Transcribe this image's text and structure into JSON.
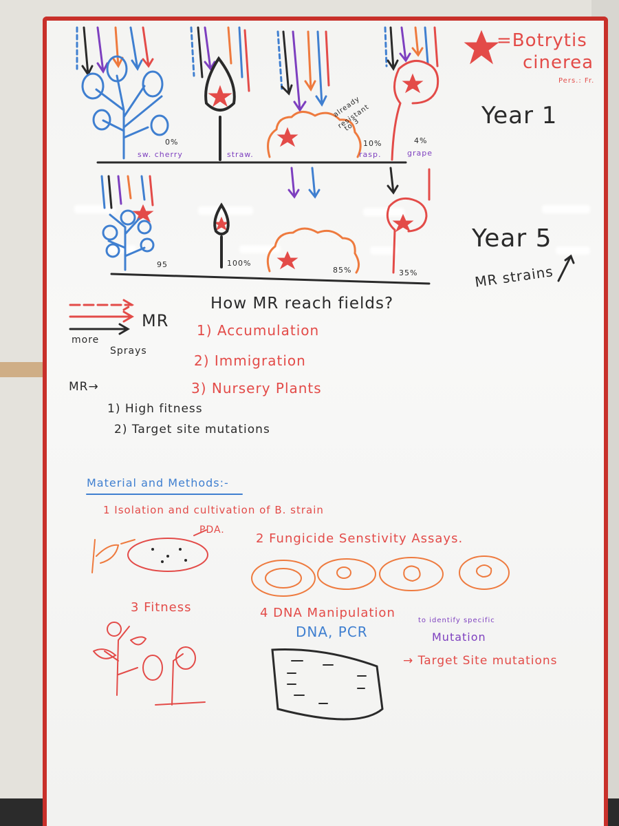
{
  "legend": {
    "species_line1": "=Botrytis",
    "species_line2": "cinerea",
    "authority": "Pers.: Fr."
  },
  "year1": {
    "title": "Year 1",
    "hosts": [
      "sw. cherry",
      "straw.",
      "rasp.",
      "grape"
    ],
    "percents": [
      "0%",
      "10%",
      "4%"
    ],
    "note_line1": "already",
    "note_line2": "resistant",
    "note_line3": "to 3"
  },
  "year5": {
    "title": "Year 5",
    "subtitle": "MR strains",
    "percents": [
      "95",
      "100%",
      "85%",
      "35%"
    ]
  },
  "question": "How MR reach fields?",
  "mr_label": "MR",
  "more_sprays": [
    "more",
    "Sprays"
  ],
  "routes": [
    "1) Accumulation",
    "2) Immigration",
    "3) Nursery Plants"
  ],
  "mr_arrow": "MR→",
  "mr_traits": [
    "1) High fitness",
    "2) Target site mutations"
  ],
  "methods": {
    "heading": "Material and Methods:-",
    "item1": "1 Isolation and cultivation of B. strain",
    "pda": "PDA.",
    "item2": "2 Fungicide Senstivity Assays.",
    "item3": "3 Fitness",
    "item4": "4 DNA Manipulation",
    "dna_pcr": "DNA, PCR",
    "identify_line1": "to identify specific",
    "identify_line2": "Mutation",
    "target": "→ Target Site mutations"
  },
  "colors": {
    "black": "#2a2a2a",
    "red": "#e34b48",
    "blue": "#3f7fd0",
    "purple": "#7d3fbf",
    "orange": "#ee7a3e",
    "frame": "#c8302a"
  }
}
